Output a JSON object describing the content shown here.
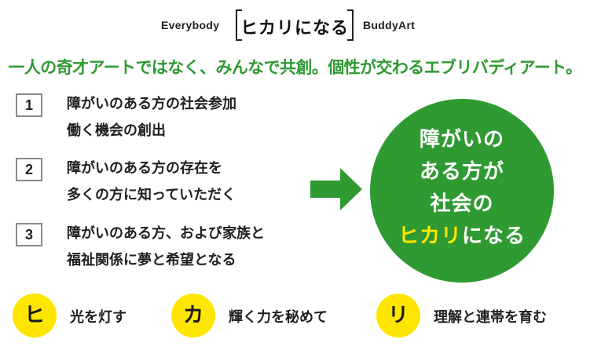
{
  "header": {
    "left_brand": "Everybody",
    "title": "ヒカリになる",
    "right_brand": "BuddyArt"
  },
  "tagline": "一人の奇才アートではなく、みんなで共創。個性が交わるエブリバディアート。",
  "steps": [
    {
      "number": "1",
      "lines": [
        "障がいのある方の社会参加",
        "働く機会の創出"
      ]
    },
    {
      "number": "2",
      "lines": [
        "障がいのある方の存在を",
        "多くの方に知っていただく"
      ]
    },
    {
      "number": "3",
      "lines": [
        "障がいのある方、および家族と",
        "福祉関係に夢と希望となる"
      ]
    }
  ],
  "result": {
    "line1": "障がいの",
    "line2": "ある方が",
    "line3": "社会の",
    "line4_highlight": "ヒカリ",
    "line4_rest": "になる"
  },
  "keywords": [
    {
      "letter": "ヒ",
      "text": "光を灯す"
    },
    {
      "letter": "カ",
      "text": "輝く力を秘めて"
    },
    {
      "letter": "リ",
      "text": "理解と連帯を育む"
    }
  ],
  "colors": {
    "green": "#2f9a32",
    "yellow": "#ffe600",
    "text": "#1f1f1f"
  }
}
